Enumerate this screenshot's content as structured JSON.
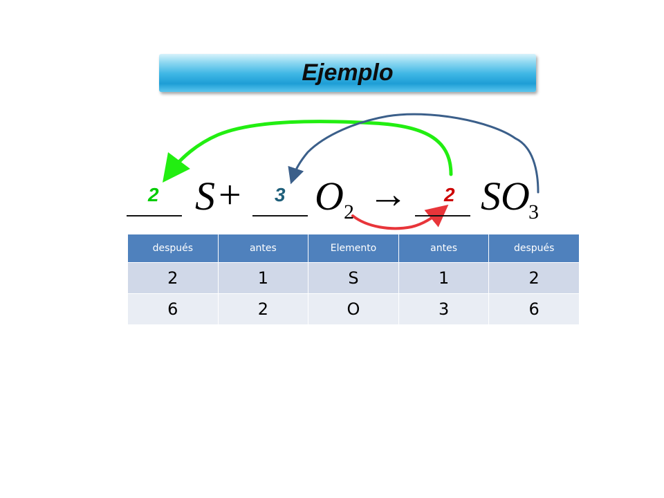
{
  "title": "Ejemplo",
  "equation": {
    "coefficients": [
      {
        "value": "2",
        "color": "#00cc00"
      },
      {
        "value": "3",
        "color": "#1f5f7a"
      },
      {
        "value": "2",
        "color": "#cc0000"
      }
    ],
    "reactant1": "S",
    "plus": "+",
    "reactant2": "O",
    "reactant2_sub": "2",
    "arrow": "→",
    "product": "SO",
    "product_sub": "3"
  },
  "arrow_colors": {
    "green": "#22ee11",
    "blue": "#3b5f8a",
    "red": "#e8353a"
  },
  "table": {
    "headers": [
      "después",
      "antes",
      "Elemento",
      "antes",
      "después"
    ],
    "rows": [
      [
        "2",
        "1",
        "S",
        "1",
        "2"
      ],
      [
        "6",
        "2",
        "O",
        "3",
        "6"
      ]
    ]
  }
}
